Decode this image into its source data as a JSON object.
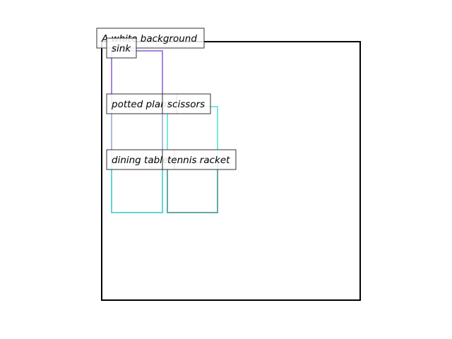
{
  "canvas_caption": "A white background",
  "colors": {
    "canvas_border": "#000000",
    "label_border": "#333333",
    "label_fill": "#ffffff"
  },
  "regions": [
    {
      "label": "sink",
      "color": "#9370DB"
    },
    {
      "label": "potted plant",
      "color": "#B0C4DE"
    },
    {
      "label": "dining table",
      "color": "#40E0D0"
    },
    {
      "label": "scissors",
      "color": "#40E0D0"
    },
    {
      "label": "tennis racket",
      "color": "#5F9EA0"
    }
  ]
}
